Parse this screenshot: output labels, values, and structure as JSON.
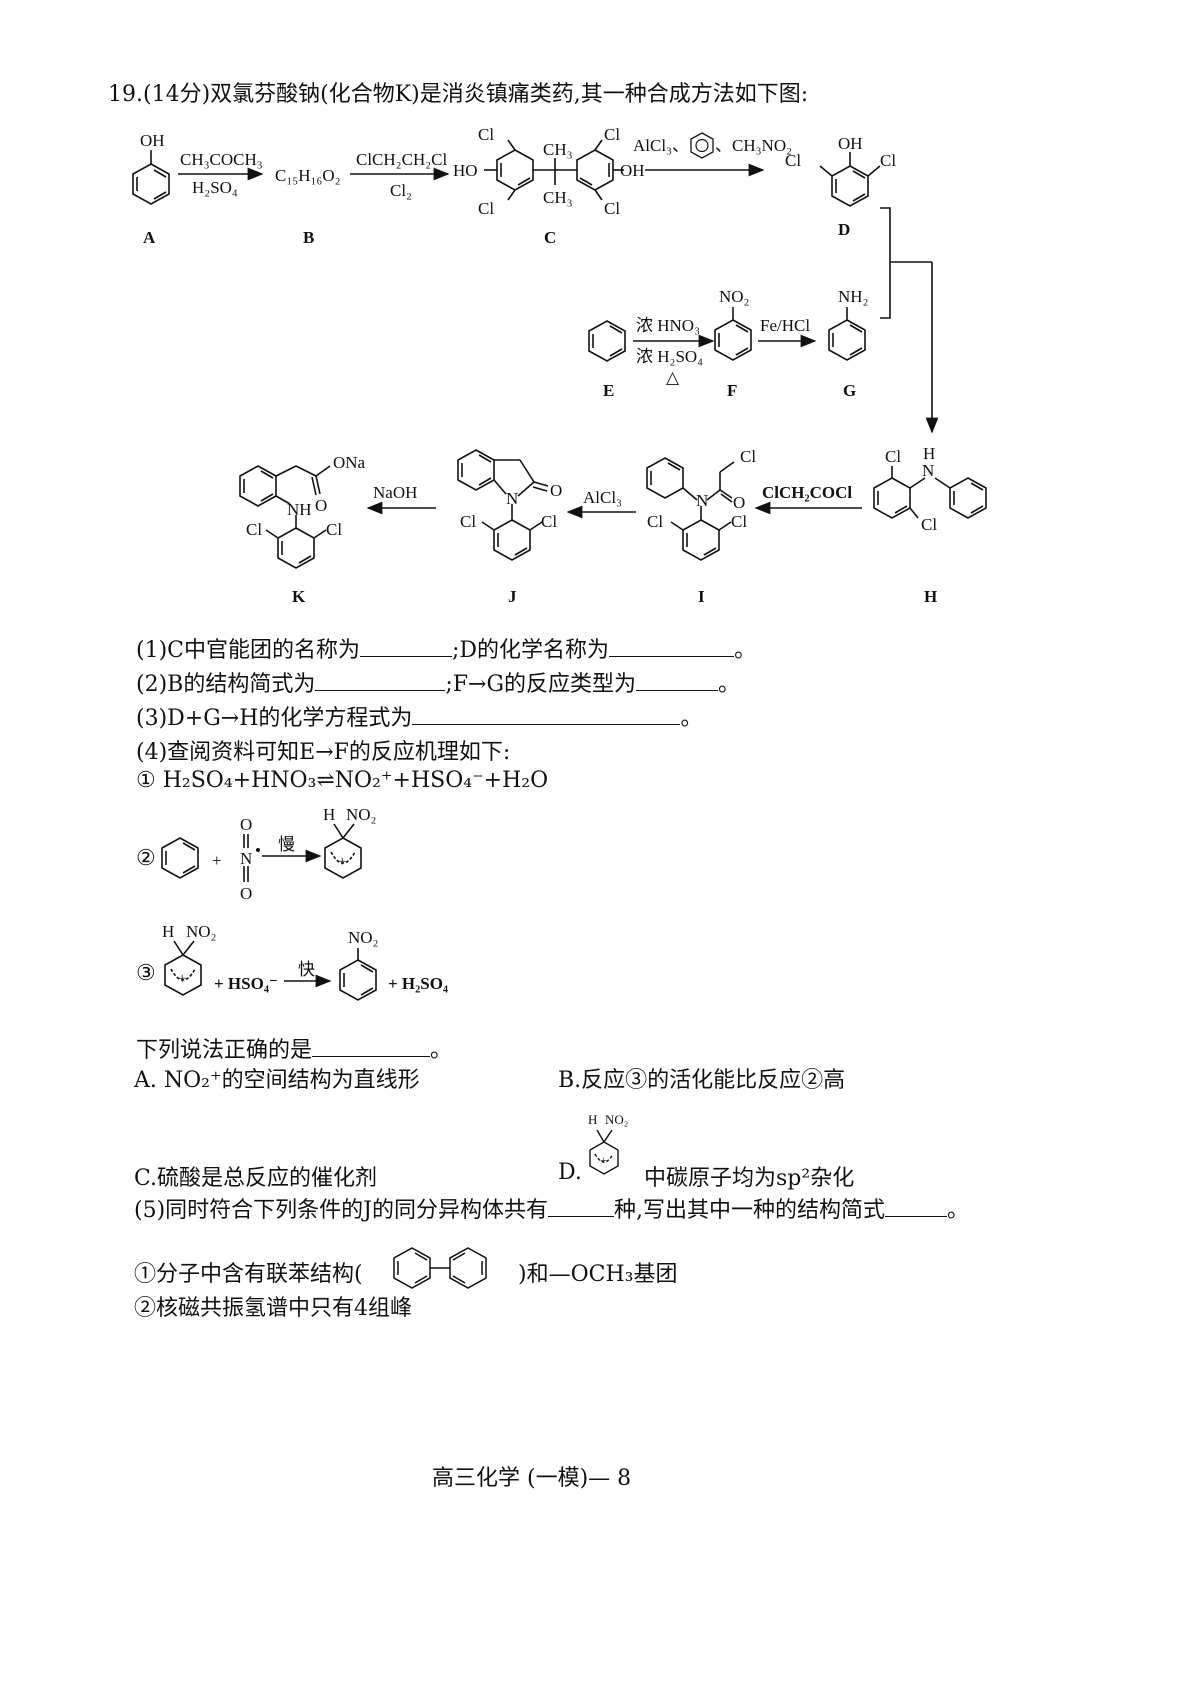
{
  "question": {
    "header": "19.(14分)双氯芬酸钠(化合物K)是消炎镇痛类药,其一种合成方法如下图:"
  },
  "scheme": {
    "compound_labels": {
      "A": "A",
      "B": "B",
      "C": "C",
      "D": "D",
      "E": "E",
      "F": "F",
      "G": "G",
      "H": "H",
      "I": "I",
      "J": "J",
      "K": "K"
    },
    "reagents": {
      "a_to_b_top": "CH₃COCH₃",
      "a_to_b_bottom": "H₂SO₄",
      "b_formula": "C₁₅H₁₆O₂",
      "b_to_c_top": "ClCH₂CH₂Cl",
      "b_to_c_bottom": "Cl₂",
      "c_to_d_top_left": "AlCl₃、",
      "c_to_d_top_right": "、CH₃NO₂",
      "e_to_f_top": "浓 HNO₃",
      "e_to_f_bottom": "浓 H₂SO₄",
      "e_to_f_heat": "△",
      "f_to_g": "Fe/HCl",
      "h_to_i": "ClCH₂COCl",
      "i_to_j": "AlCl₃",
      "j_to_k": "NaOH"
    },
    "atoms": {
      "OH": "OH",
      "HO": "HO",
      "Cl": "Cl",
      "CH3": "CH₃",
      "NO2": "NO₂",
      "NH2": "NH₂",
      "N": "N",
      "H": "H",
      "NH": "NH",
      "O": "O",
      "ONa": "ONa"
    }
  },
  "questions": {
    "q1_a": "(1)C中官能团的名称为",
    "q1_b": ";D的化学名称为",
    "q1_end": "。",
    "q2_a": "(2)B的结构简式为",
    "q2_b": ";F→G的反应类型为",
    "q2_end": "。",
    "q3_a": "(3)D+G→H的化学方程式为",
    "q3_end": "。",
    "q4": "(4)查阅资料可知E→F的反应机理如下:",
    "mech1": "① H₂SO₄+HNO₃⇌NO₂⁺+HSO₄⁻+H₂O",
    "mech2_num": "②",
    "mech2_slow": "慢",
    "mech2_plus": "+",
    "mech3_num": "③",
    "mech3_fast": "快",
    "mech3_hso4": "+ HSO₄⁻",
    "mech3_h2so4": "+ H₂SO₄",
    "prompt": "下列说法正确的是",
    "prompt_end": "。",
    "optA": "A. NO₂⁺的空间结构为直线形",
    "optB": "B.反应③的活化能比反应②高",
    "optC": "C.硫酸是总反应的催化剂",
    "optD_prefix": "D.",
    "optD_suffix": "中碳原子均为sp²杂化",
    "q5_a": "(5)同时符合下列条件的J的同分异构体共有",
    "q5_b": "种,写出其中一种的结构简式",
    "q5_end": "。",
    "cond1_a": "①分子中含有联苯结构(",
    "cond1_b": ")和—OCH₃基团",
    "cond2": "②核磁共振氢谱中只有4组峰"
  },
  "footer": "高三化学 (一模)— 8"
}
